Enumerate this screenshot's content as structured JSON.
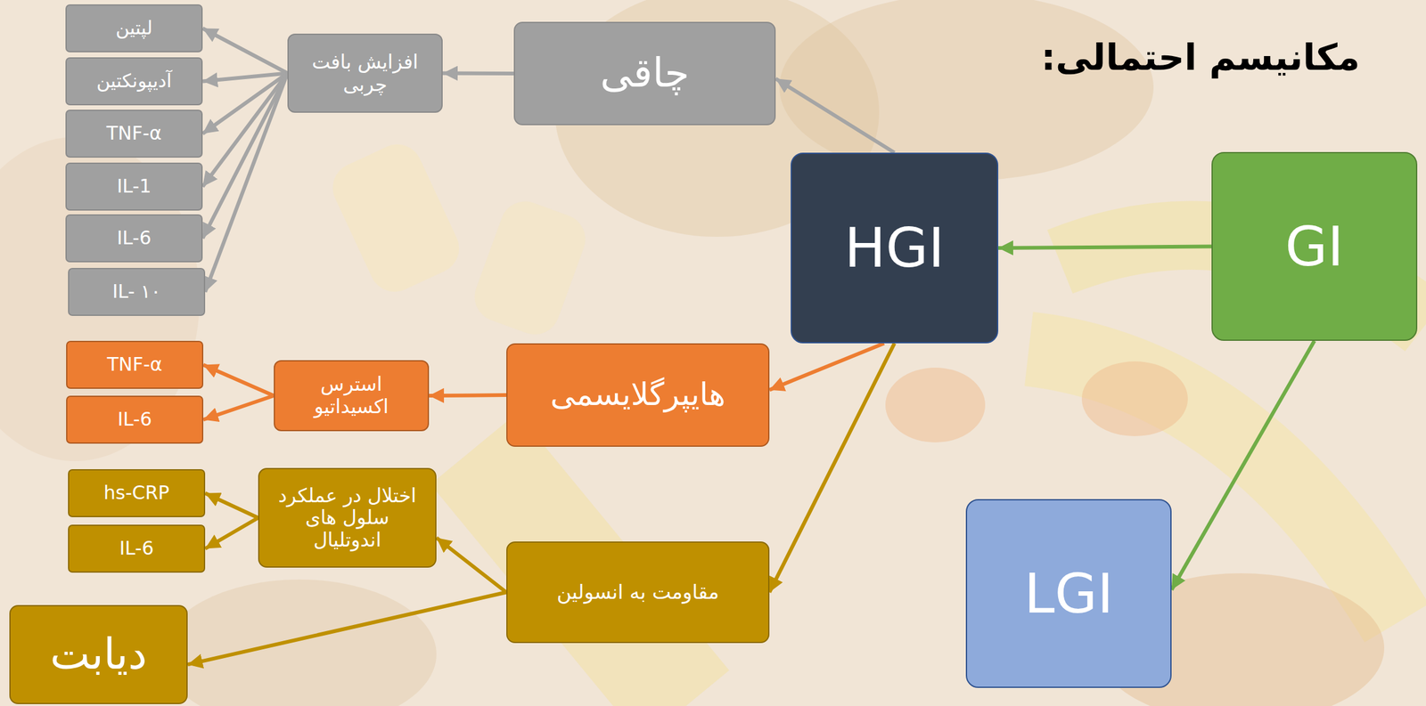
{
  "diagram": {
    "title": "مکانیسم احتمالی:",
    "nodes": [
      {
        "text": [
          "GI"
        ]
      },
      {
        "text": [
          "HGI"
        ]
      },
      {
        "text": [
          "LGI"
        ]
      },
      {
        "text": [
          "چاقی"
        ]
      },
      {
        "text": [
          "افزایش بافت چربی"
        ]
      },
      {
        "text": [
          "لپتین"
        ]
      },
      {
        "text": [
          "آدیپونکتین"
        ]
      },
      {
        "text": [
          "TNF-α"
        ]
      },
      {
        "text": [
          "IL-1"
        ]
      },
      {
        "text": [
          "IL-6"
        ]
      },
      {
        "text": [
          "IL- ۱۰"
        ]
      },
      {
        "text": [
          "هایپرگلایسمی"
        ]
      },
      {
        "text": [
          "استرس اکسیداتیو"
        ]
      },
      {
        "text": [
          "TNF-α"
        ]
      },
      {
        "text": [
          "IL-6"
        ]
      },
      {
        "text": [
          "مقاومت به انسولین"
        ]
      },
      {
        "text": [
          "اختلال در عملکرد سلول های اندوتلیال"
        ]
      },
      {
        "text": [
          "hs-CRP"
        ]
      },
      {
        "text": [
          "IL-6"
        ]
      },
      {
        "text": [
          "دیابت"
        ]
      }
    ],
    "edges": [
      {
        "from": 0,
        "to": 1,
        "arrow": "to"
      },
      {
        "from": 0,
        "to": 2,
        "arrow": "to"
      },
      {
        "from": 1,
        "to": 3,
        "arrow": "to"
      },
      {
        "from": 3,
        "to": 4,
        "arrow": "to"
      },
      {
        "from": 4,
        "to": 5,
        "arrow": "to"
      },
      {
        "from": 4,
        "to": 6,
        "arrow": "to"
      },
      {
        "from": 4,
        "to": 7,
        "arrow": "to"
      },
      {
        "from": 4,
        "to": 8,
        "arrow": "to"
      },
      {
        "from": 4,
        "to": 9,
        "arrow": "to"
      },
      {
        "from": 4,
        "to": 10,
        "arrow": "to"
      },
      {
        "from": 1,
        "to": 11,
        "arrow": "to"
      },
      {
        "from": 11,
        "to": 12,
        "arrow": "to"
      },
      {
        "from": 12,
        "to": 13,
        "arrow": "to"
      },
      {
        "from": 12,
        "to": 14,
        "arrow": "to"
      },
      {
        "from": 1,
        "to": 15,
        "arrow": "to"
      },
      {
        "from": 15,
        "to": 16,
        "arrow": "to"
      },
      {
        "from": 16,
        "to": 17,
        "arrow": "to"
      },
      {
        "from": 16,
        "to": 18,
        "arrow": "to"
      },
      {
        "from": 15,
        "to": 19,
        "arrow": "to"
      }
    ]
  }
}
